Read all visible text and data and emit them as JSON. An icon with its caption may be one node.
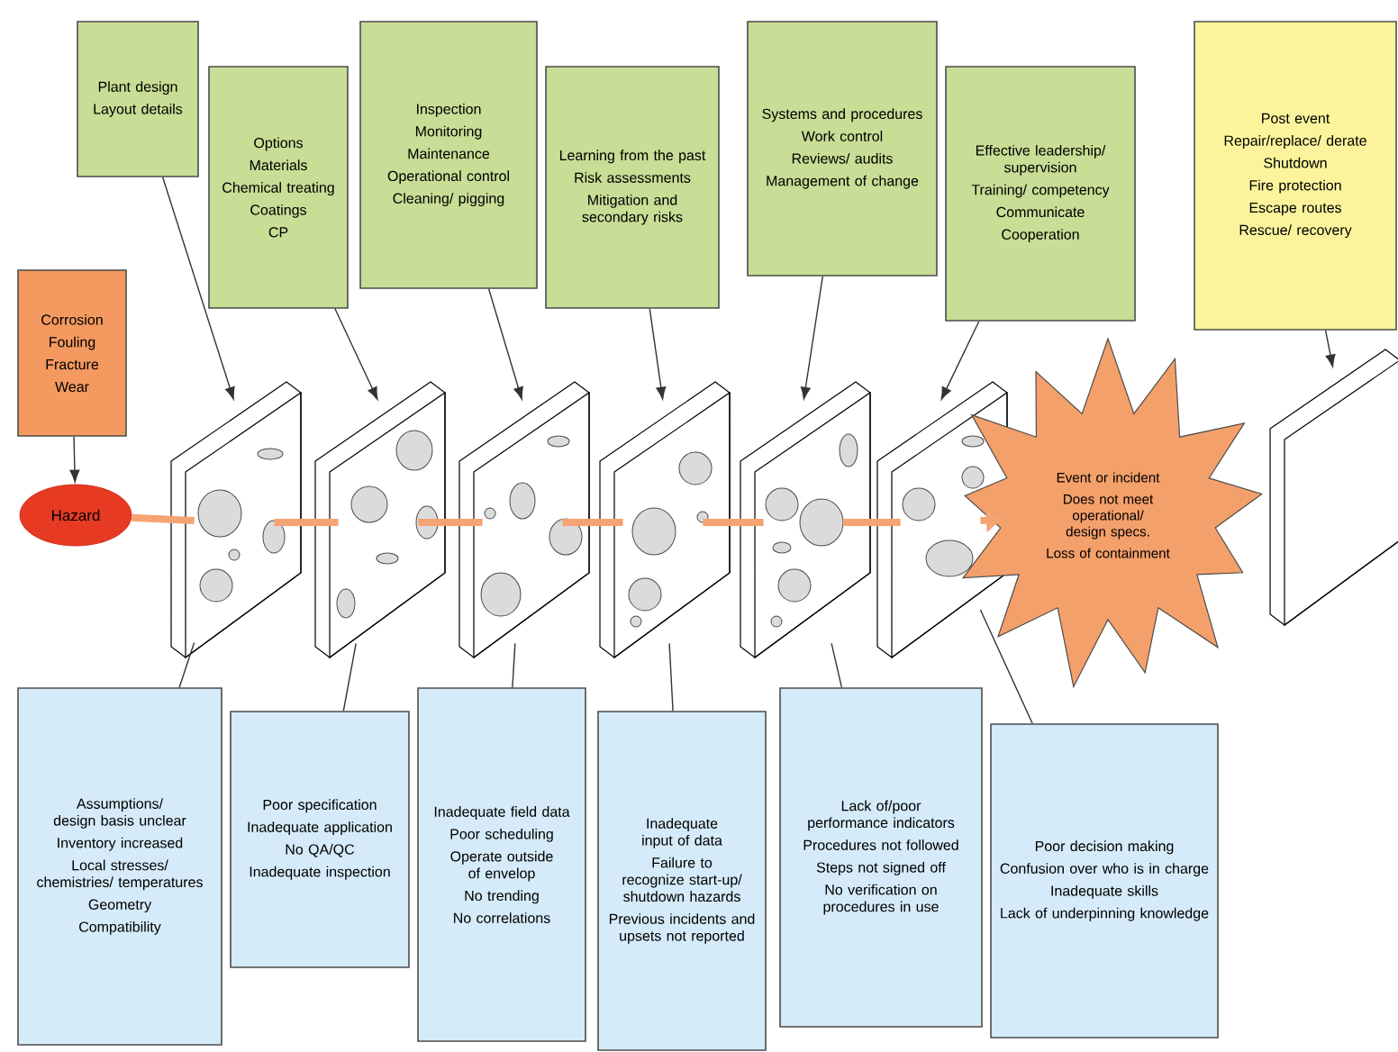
{
  "diagram": {
    "nodes": [
      {
        "text": [
          "Plant design",
          "Layout details"
        ]
      },
      {
        "text": [
          "Options",
          "Materials",
          "Chemical treating",
          "Coatings",
          "CP"
        ]
      },
      {
        "text": [
          "Inspection",
          "Monitoring",
          "Maintenance",
          "Operational control",
          "Cleaning/ pigging"
        ]
      },
      {
        "text": [
          "Learning from the past",
          "Risk assessments",
          "Mitigation and secondary risks"
        ]
      },
      {
        "text": [
          "Systems and procedures",
          "Work control",
          "Reviews/ audits",
          "Management of change"
        ]
      },
      {
        "text": [
          "Effective leadership/ supervision",
          "Training/ competency",
          "Communicate",
          "Cooperation"
        ]
      },
      {
        "text": [
          "Post event",
          "Repair/replace/ derate",
          "Shutdown",
          "Fire protection",
          "Escape routes",
          "Rescue/ recovery"
        ]
      },
      {
        "text": [
          "Corrosion",
          "Fouling",
          "Fracture",
          "Wear"
        ]
      },
      {
        "text": [
          "Hazard"
        ]
      },
      {
        "text": [],
        "shape": "box"
      },
      {
        "text": [],
        "shape": "box"
      },
      {
        "text": [],
        "shape": "box"
      },
      {
        "text": [],
        "shape": "box"
      },
      {
        "text": [],
        "shape": "box"
      },
      {
        "text": [],
        "shape": "box"
      },
      {
        "text": [
          "Event or incident",
          "Does not meet operational/ design specs.",
          "Loss of containment"
        ]
      },
      {
        "text": [],
        "shape": "box"
      },
      {
        "text": [
          "Assumptions/ design basis unclear",
          "Inventory increased",
          "Local stresses/ chemistries/ temperatures",
          "Geometry",
          "Compatibility"
        ]
      },
      {
        "text": [
          "Poor specification",
          "Inadequate application",
          "No QA/QC",
          "Inadequate inspection"
        ]
      },
      {
        "text": [
          "Inadequate field data",
          "Poor scheduling",
          "Operate outside of envelop",
          "No trending",
          "No correlations"
        ]
      },
      {
        "text": [
          "Inadequate input of data",
          "Failure to recognize start-up/ shutdown hazards",
          "Previous incidents and upsets not reported"
        ]
      },
      {
        "text": [
          "Lack of/poor performance indicators",
          "Procedures not followed",
          "Steps not signed off",
          "No verification on procedures in use"
        ]
      },
      {
        "text": [
          "Poor decision making",
          "Confusion over who is in charge",
          "Inadequate skills",
          "Lack of underpinning knowledge"
        ]
      }
    ],
    "edges": [
      {
        "from": 7,
        "to": 8,
        "arrow": "to"
      },
      {
        "from": 0,
        "to": 9,
        "arrow": "to"
      },
      {
        "from": 1,
        "to": 10,
        "arrow": "to"
      },
      {
        "from": 2,
        "to": 11,
        "arrow": "to"
      },
      {
        "from": 3,
        "to": 12,
        "arrow": "to"
      },
      {
        "from": 4,
        "to": 13,
        "arrow": "to"
      },
      {
        "from": 5,
        "to": 14,
        "arrow": "to"
      },
      {
        "from": 6,
        "to": 16,
        "arrow": "to"
      },
      {
        "from": 8,
        "to": 9,
        "arrow": "none",
        "style": "thick",
        "color": "#f4a373"
      },
      {
        "from": 9,
        "to": 10,
        "arrow": "none",
        "style": "thick",
        "color": "#f4a373"
      },
      {
        "from": 10,
        "to": 11,
        "arrow": "none",
        "style": "thick",
        "color": "#f4a373"
      },
      {
        "from": 11,
        "to": 12,
        "arrow": "none",
        "style": "thick",
        "color": "#f4a373"
      },
      {
        "from": 12,
        "to": 13,
        "arrow": "none",
        "style": "thick",
        "color": "#f4a373"
      },
      {
        "from": 13,
        "to": 14,
        "arrow": "none",
        "style": "thick",
        "color": "#f4a373"
      },
      {
        "from": 14,
        "to": 15,
        "arrow": "to",
        "style": "thick",
        "color": "#f4a373"
      },
      {
        "from": 9,
        "to": 17,
        "arrow": "none"
      },
      {
        "from": 10,
        "to": 18,
        "arrow": "none"
      },
      {
        "from": 11,
        "to": 19,
        "arrow": "none"
      },
      {
        "from": 12,
        "to": 20,
        "arrow": "none"
      },
      {
        "from": 13,
        "to": 21,
        "arrow": "none"
      },
      {
        "from": 14,
        "to": 22,
        "arrow": "none"
      }
    ]
  }
}
